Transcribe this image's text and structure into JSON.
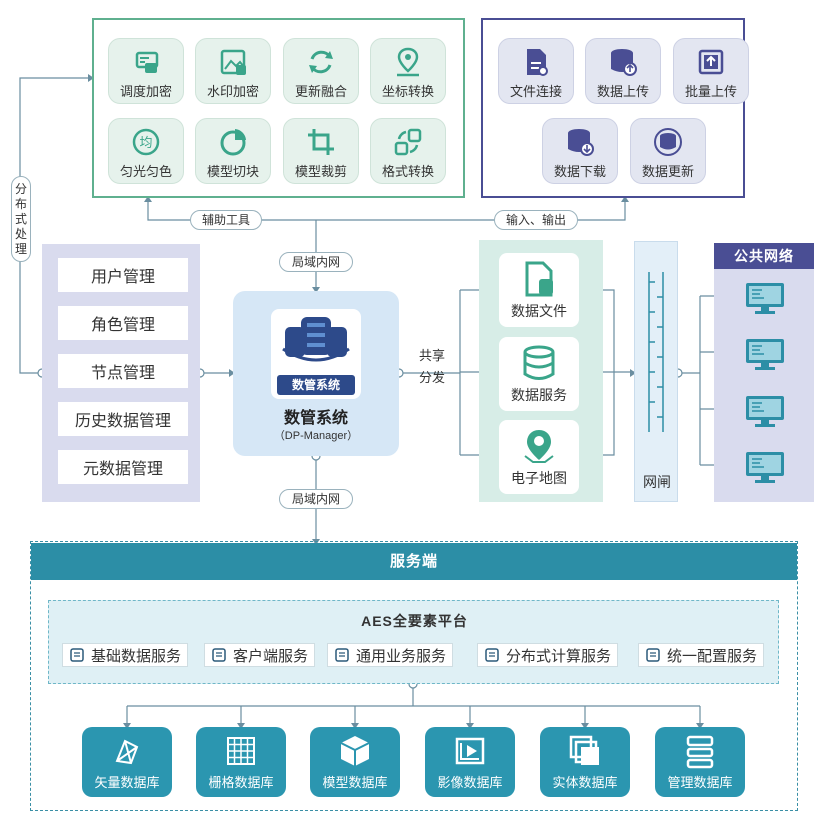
{
  "tools": {
    "items": [
      "调度加密",
      "水印加密",
      "更新融合",
      "坐标转换",
      "匀光匀色",
      "模型切块",
      "模型裁剪",
      "格式转换"
    ],
    "tag": "辅助工具"
  },
  "io": {
    "items": [
      "文件连接",
      "数据上传",
      "批量上传",
      "数据下载",
      "数据更新"
    ],
    "tag": "输入、输出"
  },
  "left_label": [
    "分",
    "布",
    "式",
    "处",
    "理"
  ],
  "lan_top": "局域内网",
  "lan_bottom": "局域内网",
  "management": [
    "用户管理",
    "角色管理",
    "节点管理",
    "历史数据管理",
    "元数据管理"
  ],
  "center": {
    "badge": "数管系统",
    "title": "数管系统",
    "subtitle": "（DP-Manager）"
  },
  "share_label": [
    "共享",
    "分发"
  ],
  "shares": [
    "数据文件",
    "数据服务",
    "电子地图"
  ],
  "gate": "网闸",
  "public_net": "公共网络",
  "server": {
    "title": "服务端",
    "platform": "AES全要素平台",
    "services": [
      "基础数据服务",
      "客户端服务",
      "通用业务服务",
      "分布式计算服务",
      "统一配置服务"
    ],
    "databases": [
      "矢量数据库",
      "栅格数据库",
      "模型数据库",
      "影像数据库",
      "实体数据库",
      "管理数据库"
    ]
  },
  "colors": {
    "tools_border": "#5fb08f",
    "io_border": "#4a4e94",
    "server_teal": "#2c8ea6",
    "db_teal": "#2b96b0"
  }
}
